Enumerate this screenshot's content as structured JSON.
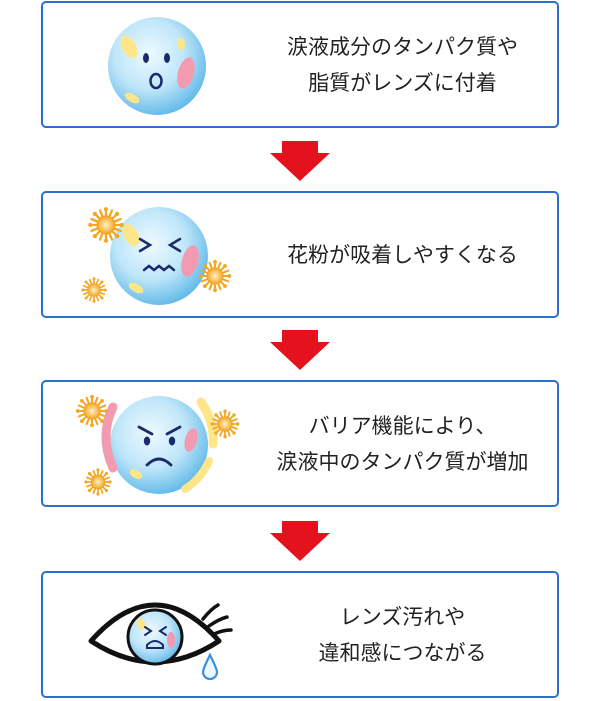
{
  "colors": {
    "border": "#2a6fd1",
    "arrow": "#e3121d",
    "face_light": "#e6f7ff",
    "face_dark": "#5fb8e8",
    "pollen": "#f5a623",
    "yellow_spot": "#fde68a",
    "pink_spot": "#f29ab0"
  },
  "steps": [
    {
      "icon": "surprised-face-icon",
      "lines": [
        "涙液成分のタンパク質や",
        "脂質がレンズに付着"
      ]
    },
    {
      "icon": "discomfort-face-pollen-icon",
      "lines": [
        "花粉が吸着しやすくなる"
      ]
    },
    {
      "icon": "angry-face-pollen-icon",
      "lines": [
        "バリア機能により、",
        "涙液中のタンパク質が増加"
      ]
    },
    {
      "icon": "eye-with-crying-lens-icon",
      "lines": [
        "レンズ汚れや",
        "違和感につながる"
      ]
    }
  ]
}
